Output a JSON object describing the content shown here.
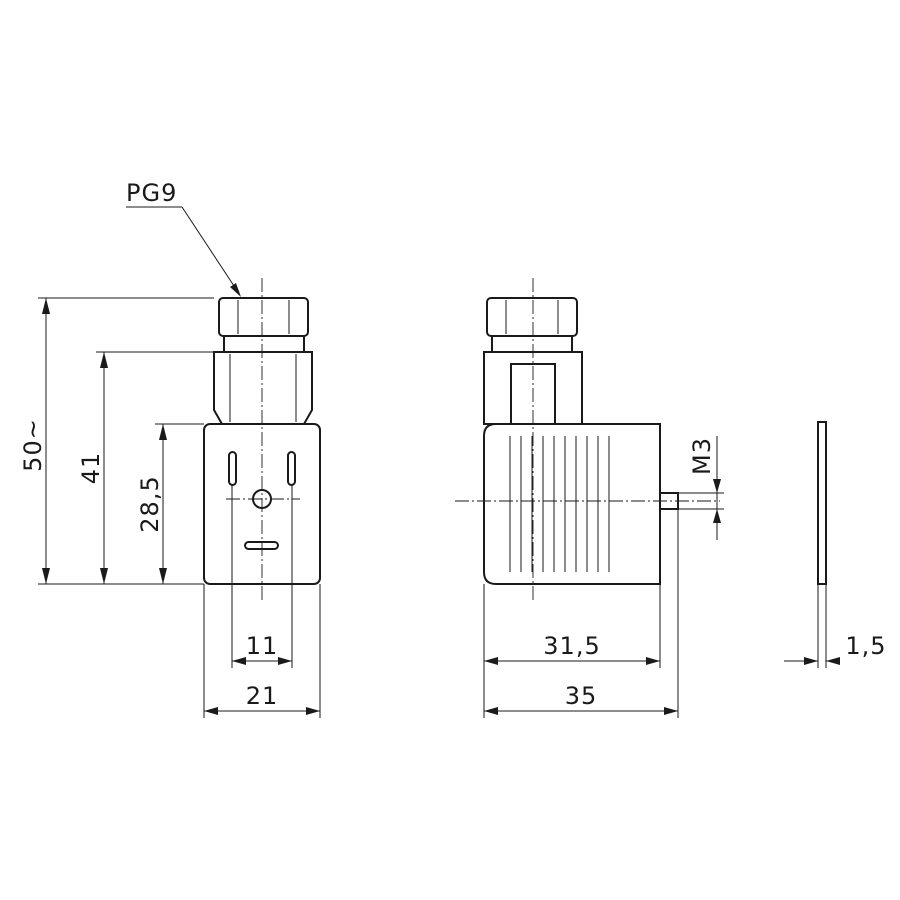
{
  "labels": {
    "pg9": "PG9",
    "m3": "M3"
  },
  "dimensions": {
    "overall_height": "50~",
    "height_41": "41",
    "body_height": "28,5",
    "pin_spacing": "11",
    "width": "21",
    "depth_body": "31,5",
    "depth_total": "35",
    "gasket_thickness": "1,5"
  }
}
